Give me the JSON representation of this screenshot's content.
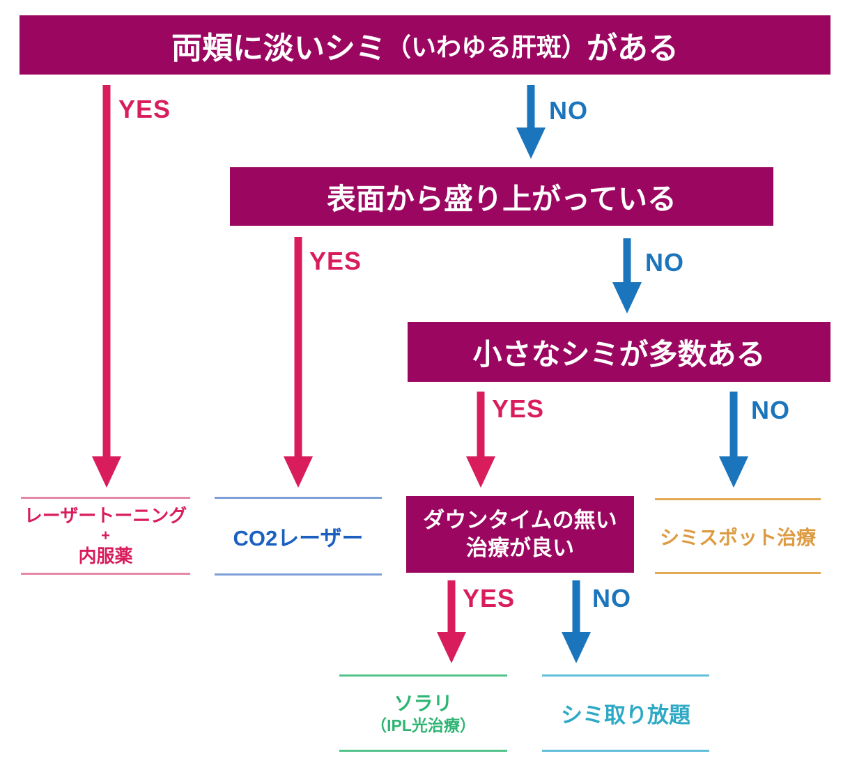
{
  "flowchart": {
    "type": "decision-tree",
    "language": "ja",
    "questions": {
      "q1": {
        "part_main": "両頬に淡いシミ",
        "part_paren": "（いわゆる肝斑）",
        "part_tail": "がある"
      },
      "q2": "表面から盛り上がっている",
      "q3": "小さなシミが多数ある",
      "q4": {
        "line1": "ダウンタイムの無い",
        "line2": "治療が良い"
      }
    },
    "labels": {
      "yes": "YES",
      "no": "NO"
    },
    "results": {
      "laser_toning": {
        "line1": "レーザートーニング",
        "line2": "+",
        "line3": "内服薬"
      },
      "co2_laser": "CO2レーザー",
      "spot_treatment": "シミスポット治療",
      "solari": {
        "line1": "ソラリ",
        "line2": "（IPL光治療）"
      },
      "unlimited_removal": "シミ取り放題"
    },
    "colors": {
      "banner_background": "#9B0760",
      "banner_text": "#FFFFFF",
      "yes_arrow": "#D81C5C",
      "no_arrow": "#1B75BC",
      "result_laser_toning": "#D81C5C",
      "result_co2_laser": "#1B5FC0",
      "result_spot_treatment": "#DD9B41",
      "result_solari": "#2EB573",
      "result_unlimited_removal": "#2EA9C5"
    }
  }
}
